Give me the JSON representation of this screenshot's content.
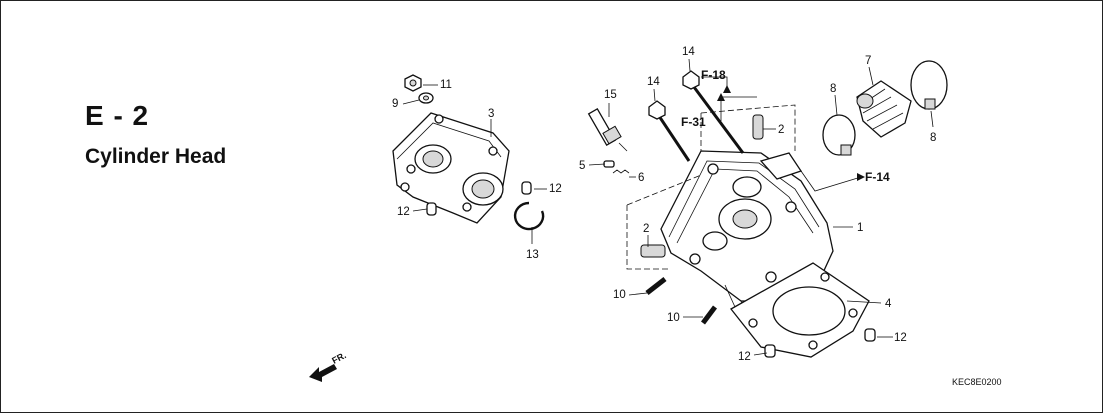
{
  "header": {
    "section": "E - 2",
    "title": "Cylinder Head"
  },
  "footer": {
    "code": "KEC8E0200"
  },
  "direction_label": "FR.",
  "refs": {
    "f18": "F-18",
    "f31": "F-31",
    "f14": "F-14"
  },
  "callouts": {
    "c1": "1",
    "c2a": "2",
    "c2b": "2",
    "c3": "3",
    "c4": "4",
    "c5": "5",
    "c6": "6",
    "c7": "7",
    "c8a": "8",
    "c8b": "8",
    "c9": "9",
    "c10a": "10",
    "c10b": "10",
    "c11": "11",
    "c12a": "12",
    "c12b": "12",
    "c12c": "12",
    "c12d": "12",
    "c13": "13",
    "c14a": "14",
    "c14b": "14",
    "c15": "15"
  },
  "icons": {
    "direction": "front-arrow-icon"
  }
}
